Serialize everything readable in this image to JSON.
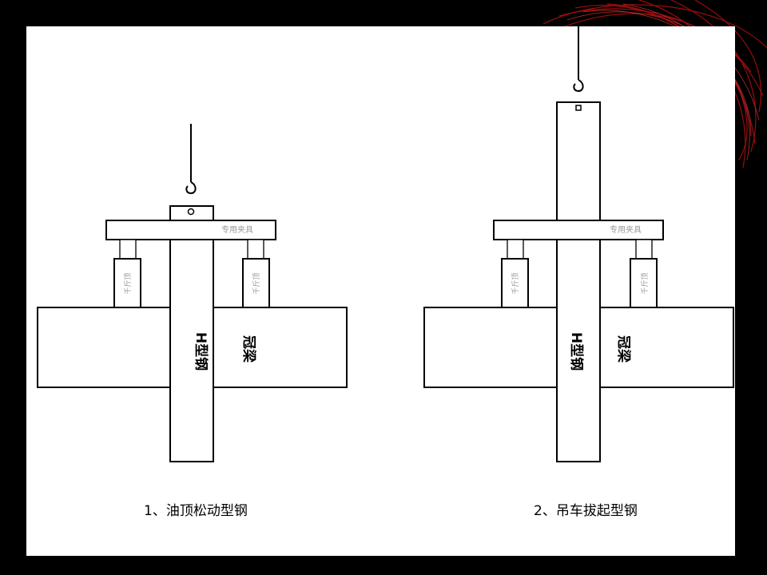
{
  "diagram_1": {
    "beam_label": "冠梁",
    "steel_label": "H型钢",
    "fixture_label": "专用夹具",
    "jack_left_label": "千斤顶",
    "jack_right_label": "千斤顶",
    "caption": "1、油顶松动型钢"
  },
  "diagram_2": {
    "beam_label": "冠梁",
    "steel_label": "H型钢",
    "fixture_label": "专用夹具",
    "jack_left_label": "千斤顶",
    "jack_right_label": "千斤顶",
    "caption": "2、吊车拔起型钢"
  },
  "decoration": {
    "background_color": "#000000",
    "canvas_color": "#ffffff",
    "swirl_color": "#8b0000"
  }
}
